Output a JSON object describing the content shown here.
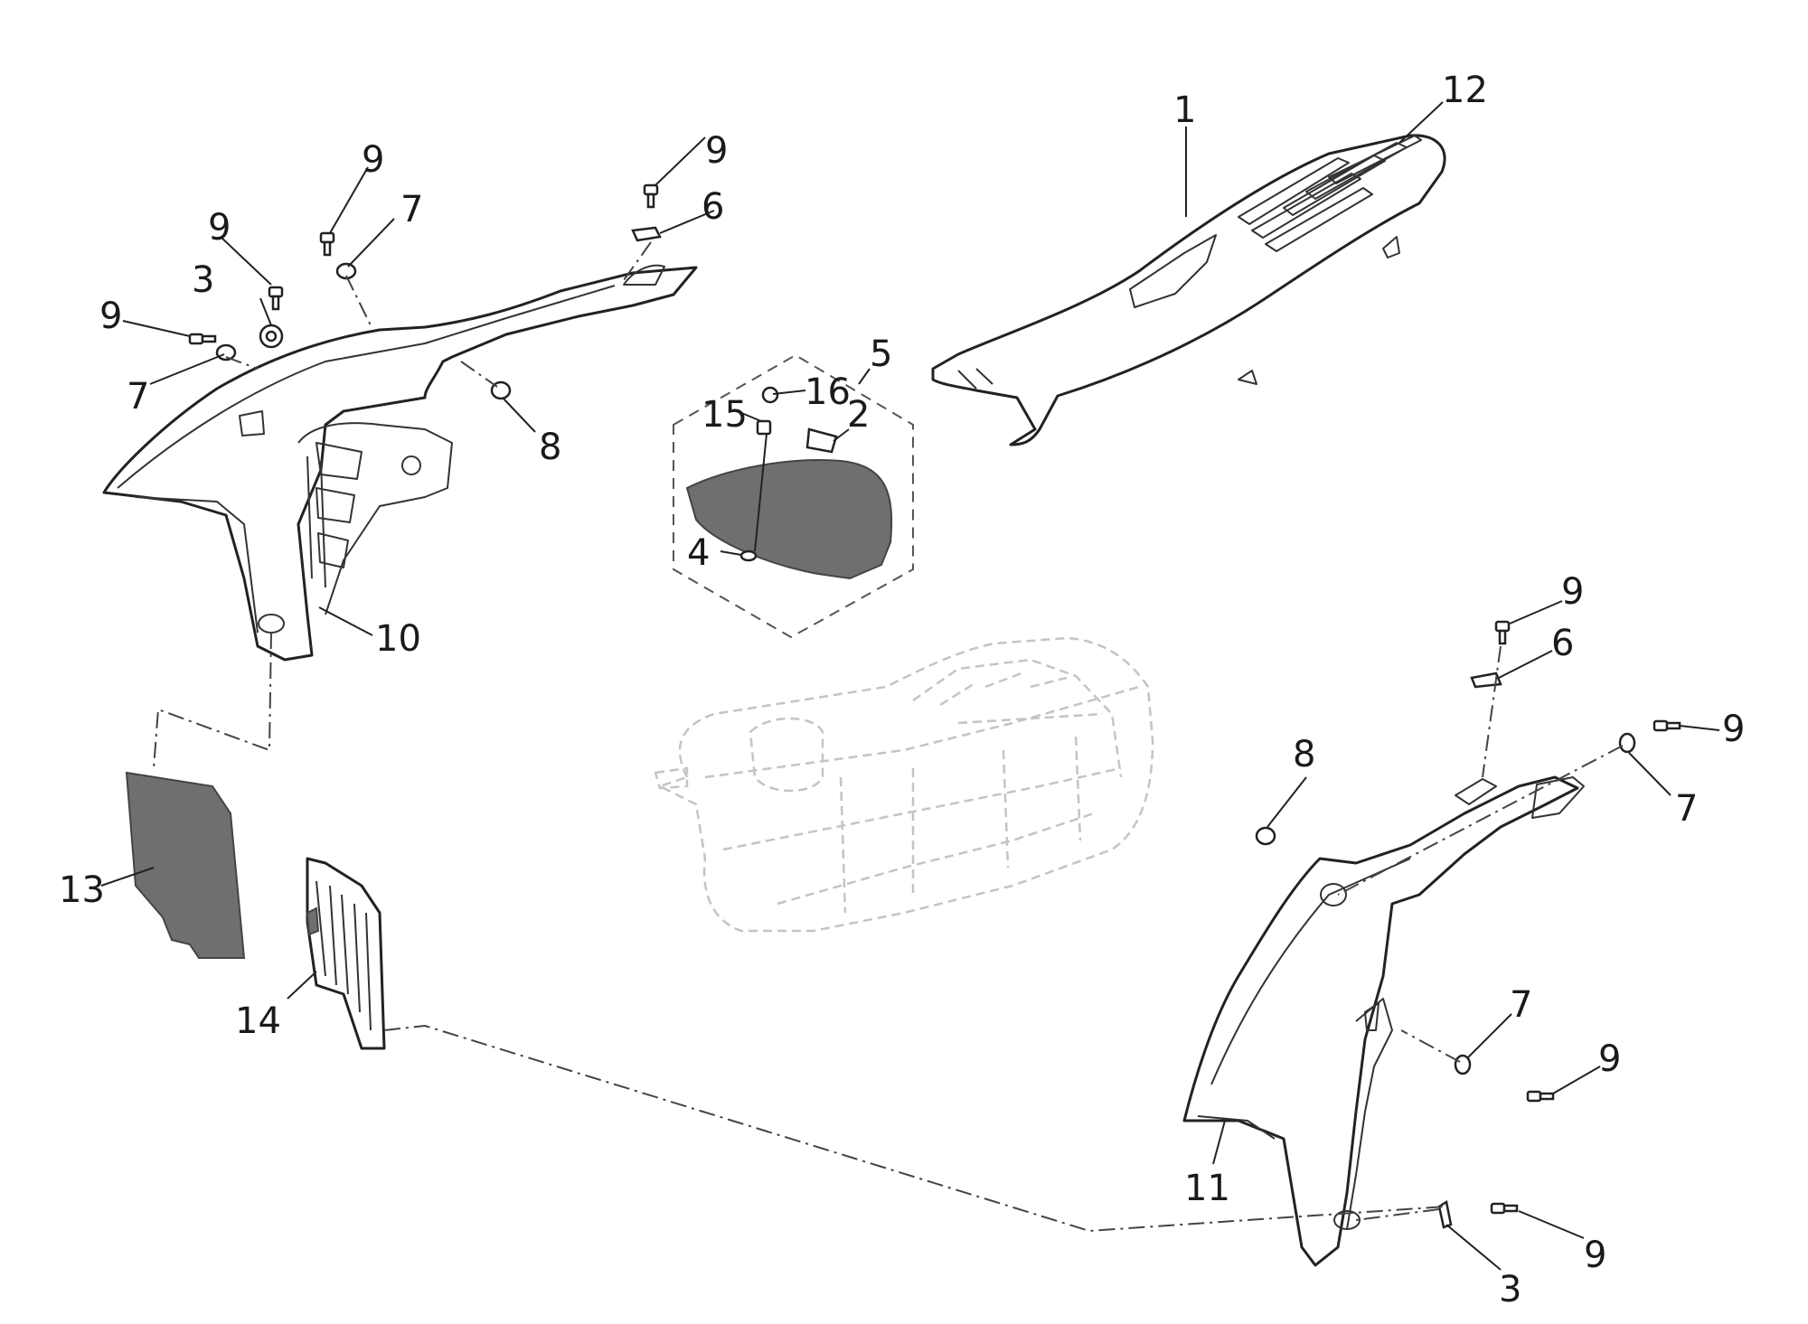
{
  "diagram": {
    "callouts": {
      "c1": "1",
      "c12": "12",
      "c5": "5",
      "c16": "16",
      "c15": "15",
      "c2": "2",
      "c4": "4",
      "c9a": "9",
      "c9b": "9",
      "c9c": "9",
      "c9d": "9",
      "c3a": "3",
      "c7a": "7",
      "c7b": "7",
      "c6a": "6",
      "c8a": "8",
      "c10": "10",
      "c13": "13",
      "c14": "14",
      "c9e": "9",
      "c6b": "6",
      "c9f": "9",
      "c7c": "7",
      "c8b": "8",
      "c7d": "7",
      "c9g": "9",
      "c11": "11",
      "c9h": "9",
      "c3b": "3"
    }
  }
}
